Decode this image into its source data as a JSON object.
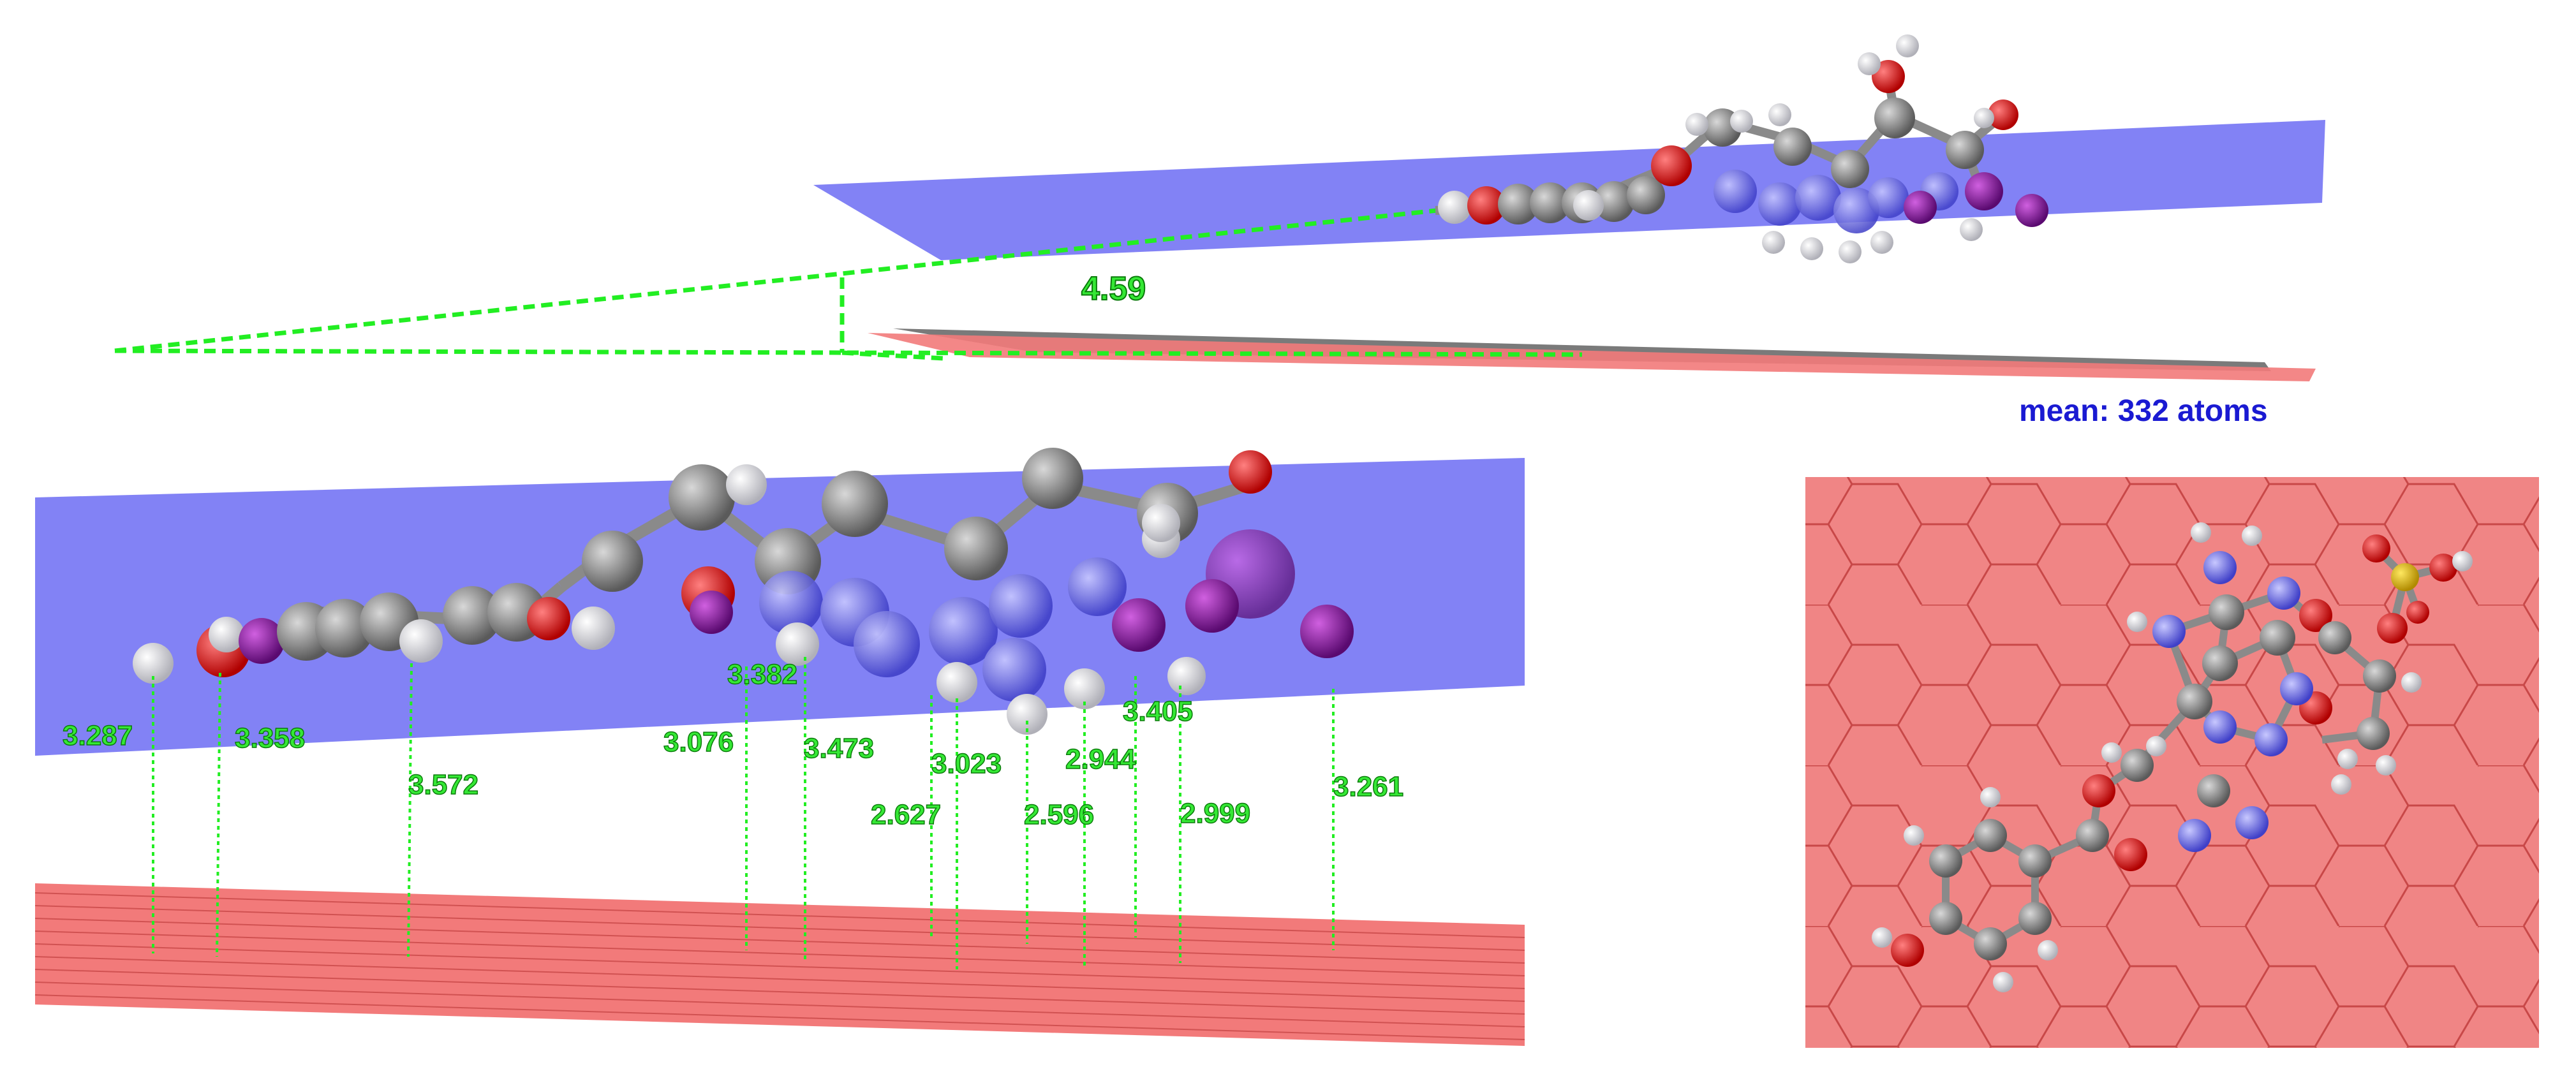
{
  "angle_label": "4.59",
  "mean_label": "mean: 332 atoms",
  "distances": [
    "3.287",
    "3.358",
    "3.572",
    "3.382",
    "3.076",
    "3.473",
    "3.023",
    "2.627",
    "2.596",
    "2.944",
    "3.405",
    "2.999",
    "3.261"
  ],
  "colors": {
    "plane_blue": "#7b7bf4",
    "plane_red": "#f27a7a",
    "graphene_panel": "#f08585",
    "dash_green": "#22ee22",
    "label_green": "#35e835",
    "label_blue": "#1a1ad2",
    "carbon": "#8a8a8a",
    "oxygen": "#ee0000",
    "hydrogen": "#f2f2f2",
    "nitrogen": "#8f8ff0",
    "phosphorus": "#e0c000",
    "iodine": "#9a1aa8"
  }
}
